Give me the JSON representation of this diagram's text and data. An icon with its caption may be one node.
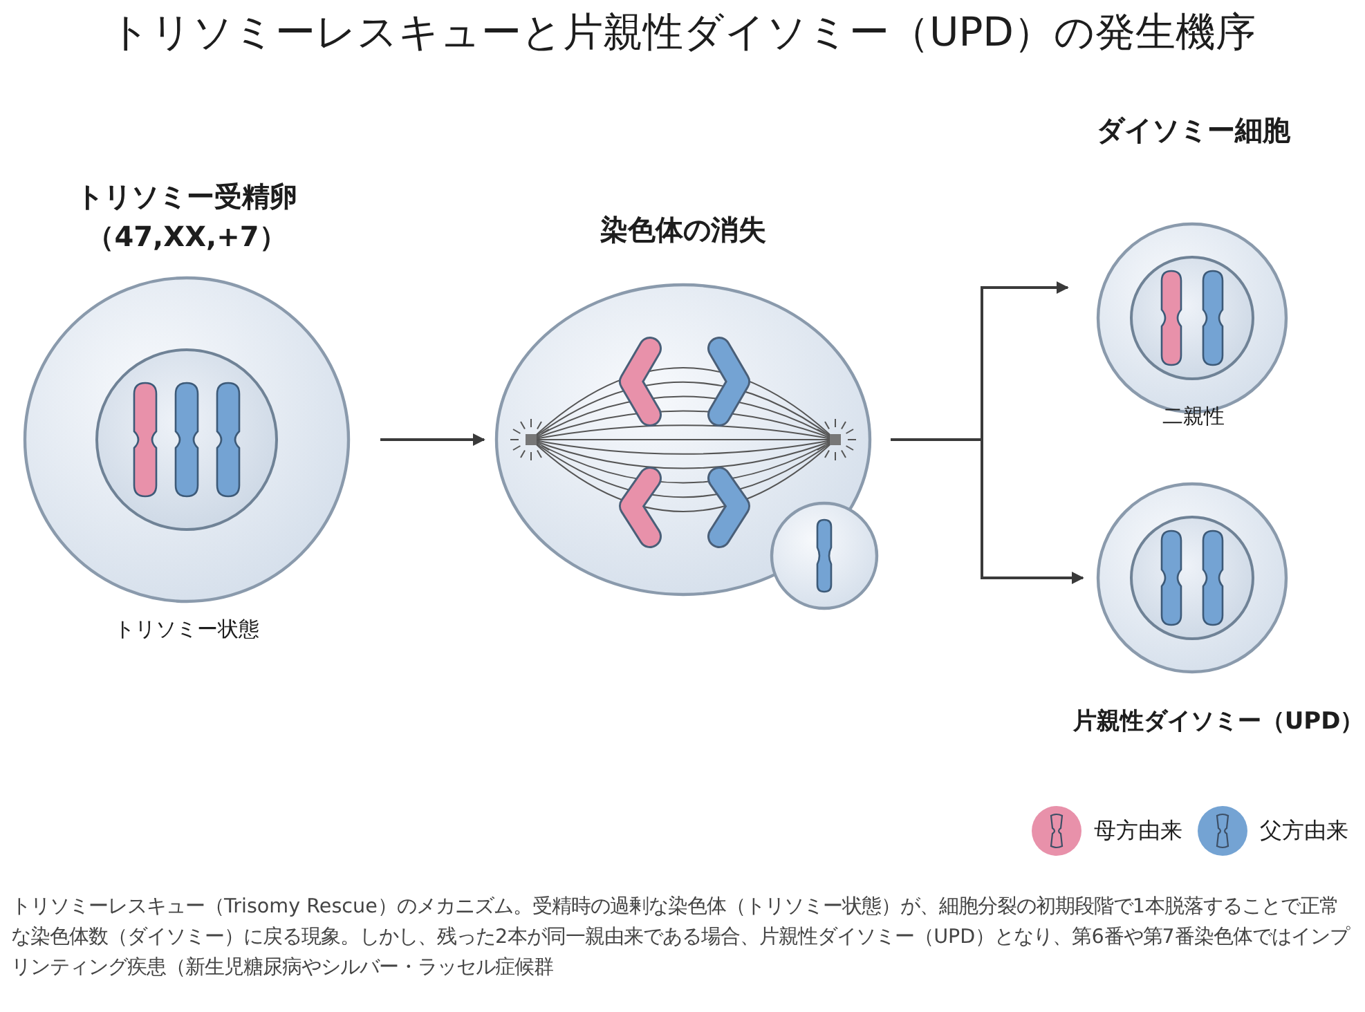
{
  "diagram": {
    "title": "トリソミーレスキューと片親性ダイソミー（UPD）の発生機序",
    "caption": "トリソミーレスキュー（Trisomy Rescue）のメカニズム。受精時の過剰な染色体（トリソミー状態）が、細胞分裂の初期段階で1本脱落することで正常な染色体数（ダイソミー）に戻る現象。しかし、残った2本が同一親由来である場合、片親性ダイソミー（UPD）となり、第6番や第7番染色体ではインプリンティング疾患（新生児糖尿病やシルバー・ラッセル症候群",
    "nodes": [
      {
        "text": [
          "トリソミー受精卵（47,XX,+7）"
        ],
        "beside": [
          "トリソミー状態"
        ]
      },
      {
        "text": [
          "染色体の消失"
        ]
      },
      {
        "text": [
          "ダイソミー細胞"
        ],
        "beside": [
          "二親性"
        ]
      },
      {
        "text": [
          "片親性ダイソミー（UPD）"
        ]
      }
    ],
    "edges": [
      {
        "from": 0,
        "to": 1,
        "arrow": "to"
      },
      {
        "from": 1,
        "to": 2,
        "arrow": "to"
      },
      {
        "from": 1,
        "to": 3,
        "arrow": "to"
      }
    ],
    "legend": [
      {
        "text": "母方由来",
        "color": "#e891aa"
      },
      {
        "text": "父方由来",
        "color": "#74a3d3"
      }
    ]
  }
}
